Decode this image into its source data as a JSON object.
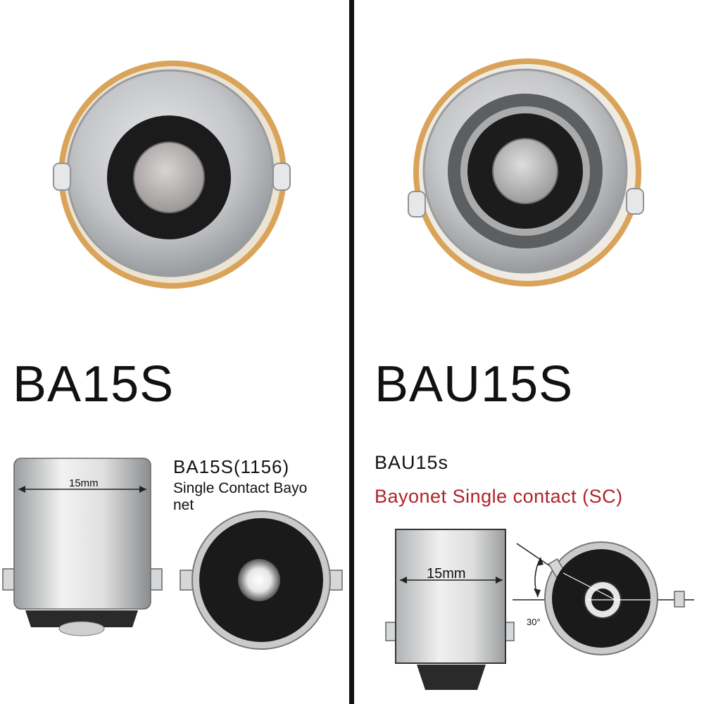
{
  "left": {
    "title": "BA15S",
    "model": "BA15S(1156)",
    "desc_line1": "Single Contact Bayo",
    "desc_line2": "net",
    "dimension": "15mm"
  },
  "right": {
    "title": "BAU15S",
    "model": "BAU15s",
    "desc": "Bayonet Single contact (SC)",
    "dimension": "15mm",
    "angle": "30°"
  },
  "colors": {
    "desc_red": "#b0232a",
    "divider": "#111111",
    "metal": "#c7c9cc",
    "dark": "#1a1a1a",
    "amber_rim": "#d9a35a"
  }
}
